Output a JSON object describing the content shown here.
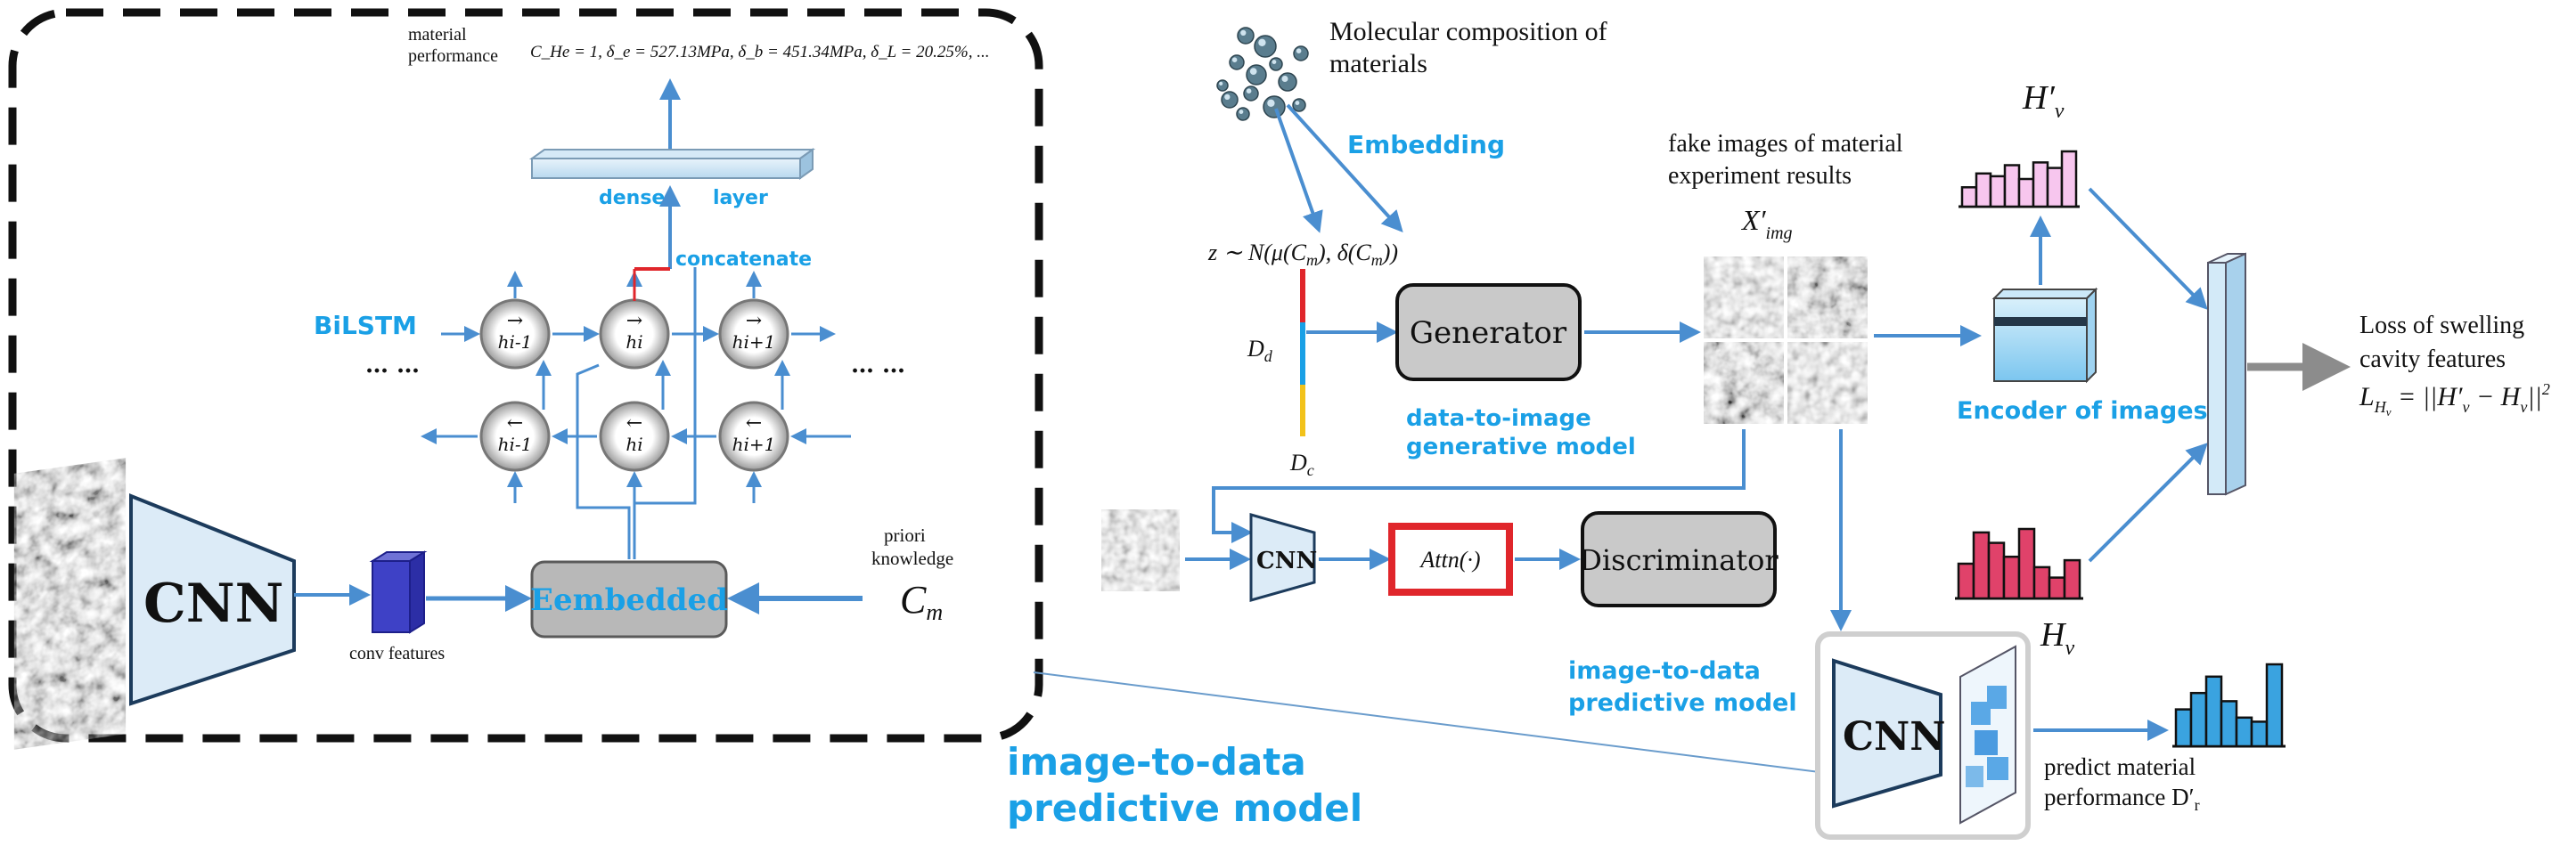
{
  "left_panel": {
    "material_performance_label": "material\nperformance",
    "material_performance_formula": "C_He = 1, δ_e = 527.13MPa, δ_b = 451.34MPa, δ_L = 20.25%, ...",
    "dense_label": "dense",
    "layer_label": "layer",
    "concatenate_label": "concatenate",
    "bilstm_label": "BiLSTM",
    "ellipsis_left": "… …",
    "ellipsis_right": "… …",
    "cells_forward": [
      "h_{i-1}",
      "h_i",
      "h_{i+1}"
    ],
    "cells_backward": [
      "h_{i-1}",
      "h_i",
      "h_{i+1}"
    ],
    "cnn_label": "CNN",
    "conv_features_label": "conv features",
    "embedded_label": "Eembedded",
    "priori_label": "priori\nknowledge",
    "cm_label": "C_m"
  },
  "right_panel": {
    "molecular_label": "Molecular composition of\nmaterials",
    "embedding_label": "Embedding",
    "z_formula": "z ~ N(μ(C_m), δ(C_m))",
    "dd_label": "D_d",
    "dc_label": "D_c",
    "generator_label": "Generator",
    "data_to_image_label": "data-to-image\ngenerative model",
    "fake_images_label": "fake images of material\nexperiment results",
    "ximg_label": "X'_img",
    "hv_prime_label": "H'_v",
    "encoder_label": "Encoder of images",
    "loss_label": "Loss of swelling\ncavity features",
    "loss_formula": "L_Hv = ||H'_v − H_v||²",
    "cnn_small_label": "CNN",
    "attn_label": "Attn(·)",
    "discriminator_label": "Discriminator",
    "hv_label": "H_v",
    "image_to_data_small": "image-to-data\npredictive model",
    "cnn_big_label": "CNN",
    "predict_label": "predict material\nperformance D'_r",
    "image_to_data_large": "image-to-data\npredictive model"
  },
  "histograms": {
    "hv_prime_values": [
      0.35,
      0.6,
      0.55,
      0.75,
      0.5,
      0.8,
      0.7,
      1.0
    ],
    "hv_values": [
      0.5,
      0.95,
      0.8,
      0.6,
      1.0,
      0.45,
      0.3,
      0.55
    ],
    "dr_values": [
      0.45,
      0.65,
      0.85,
      0.55,
      0.35,
      0.3,
      1.0
    ]
  },
  "colors": {
    "accent_blue": "#1aa0e6",
    "arrow_blue": "#4a8ed0",
    "hv_prime": "#f7c6ee",
    "hv": "#e0426a",
    "dr": "#3aa3e0",
    "attn_border": "#e0262b"
  }
}
